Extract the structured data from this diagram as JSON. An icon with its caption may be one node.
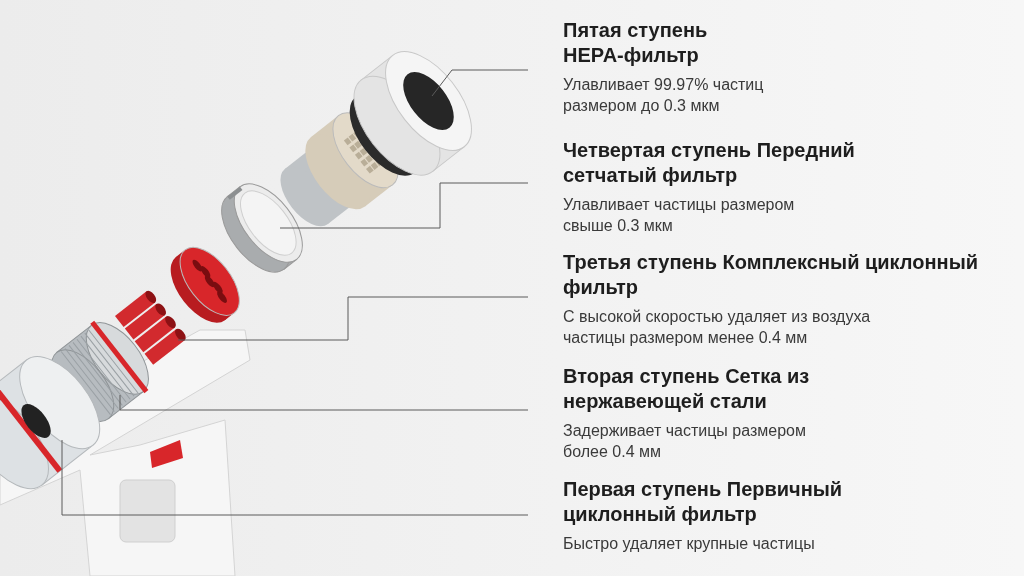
{
  "diagram": {
    "nodes": [
      {
        "text": [
          "Пятая ступень HEPA-фильтр",
          "Улавливает 99.97% частиц размером до 0.3 мкм"
        ]
      },
      {
        "text": [
          "Четвертая ступень Передний сетчатый фильтр",
          "Улавливает частицы размером свыше 0.3 мкм"
        ]
      },
      {
        "text": [
          "Третья ступень Комплексный циклонный фильтр",
          "С высокой скоростью удаляет из воздуха частицы размером менее 0.4 мм"
        ]
      },
      {
        "text": [
          "Вторая ступень Сетка из нержавеющей стали",
          "Задерживает частицы размером более 0.4 мм"
        ]
      },
      {
        "text": [
          "Первая ступень Первичный циклонный фильтр",
          "Быстро удаляет крупные частицы"
        ]
      },
      {
        "text": [],
        "shape": "picture"
      },
      {
        "text": [],
        "shape": "picture"
      },
      {
        "text": [],
        "shape": "picture"
      },
      {
        "text": [],
        "shape": "picture"
      },
      {
        "text": [],
        "shape": "picture"
      }
    ],
    "edges": [
      {
        "from": 0,
        "to": 5,
        "arrow": "none"
      },
      {
        "from": 1,
        "to": 6,
        "arrow": "none"
      },
      {
        "from": 2,
        "to": 7,
        "arrow": "none"
      },
      {
        "from": 3,
        "to": 8,
        "arrow": "none"
      },
      {
        "from": 4,
        "to": 9,
        "arrow": "none"
      }
    ]
  }
}
